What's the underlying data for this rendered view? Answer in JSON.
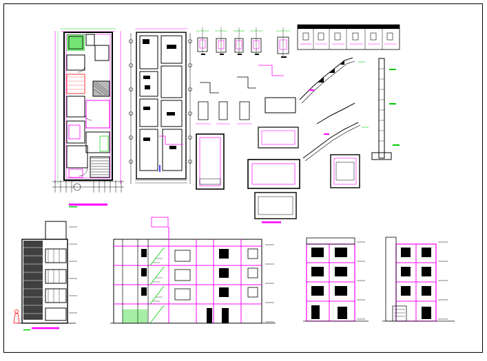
{
  "sheet": {
    "background": "#ffffff",
    "border_color": "#000000"
  },
  "palette": {
    "wall": "#000000",
    "magenta": "#ff00ff",
    "green": "#00cc00",
    "red": "#ff0000",
    "gray": "#808080",
    "blue": "#0000ff"
  },
  "drawings": [
    {
      "id": "floor-plan-architectural",
      "kind": "plan"
    },
    {
      "id": "floor-plan-structural",
      "kind": "plan"
    },
    {
      "id": "footing-details",
      "kind": "detail"
    },
    {
      "id": "structural-schedule-table",
      "kind": "table"
    },
    {
      "id": "stair-section-detail",
      "kind": "detail"
    },
    {
      "id": "column-elevation-detail",
      "kind": "detail"
    },
    {
      "id": "tank-section-detail",
      "kind": "detail"
    },
    {
      "id": "front-elevation",
      "kind": "elevation"
    },
    {
      "id": "longitudinal-section",
      "kind": "section"
    },
    {
      "id": "rear-elevation",
      "kind": "elevation"
    },
    {
      "id": "side-section",
      "kind": "section"
    }
  ]
}
